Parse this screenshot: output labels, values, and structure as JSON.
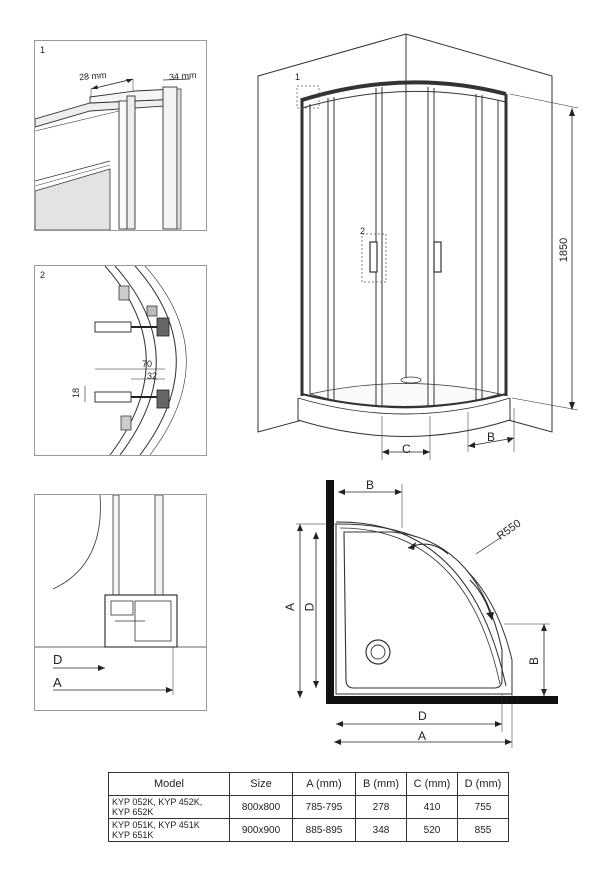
{
  "detail1": {
    "number": "1",
    "dim_width": "28 mm",
    "dim_depth": "34 mm"
  },
  "detail2": {
    "number": "2",
    "dim_70": "70",
    "dim_32": "32",
    "dim_18": "18"
  },
  "detail3": {
    "label_d": "D",
    "label_a": "A"
  },
  "enclosure": {
    "callout1": "1",
    "callout2": "2",
    "height": "1850",
    "label_c": "C",
    "label_b": "B"
  },
  "plan": {
    "label_b_top": "B",
    "radius": "R550",
    "label_a_left": "A",
    "label_d_left": "D",
    "label_b_right": "B",
    "label_d_bottom": "D",
    "label_a_bottom": "A"
  },
  "table": {
    "headers": [
      "Model",
      "Size",
      "A (mm)",
      "B (mm)",
      "C (mm)",
      "D (mm)"
    ],
    "rows": [
      {
        "model_line1": "KYP 052K, KYP 452K,",
        "model_line2": "KYP 652K",
        "size": "800x800",
        "a": "785-795",
        "b": "278",
        "c": "410",
        "d": "755"
      },
      {
        "model_line1": "KYP 051K, KYP 451K",
        "model_line2": "KYP 651K",
        "size": "900x900",
        "a": "885-895",
        "b": "348",
        "c": "520",
        "d": "855"
      }
    ]
  }
}
